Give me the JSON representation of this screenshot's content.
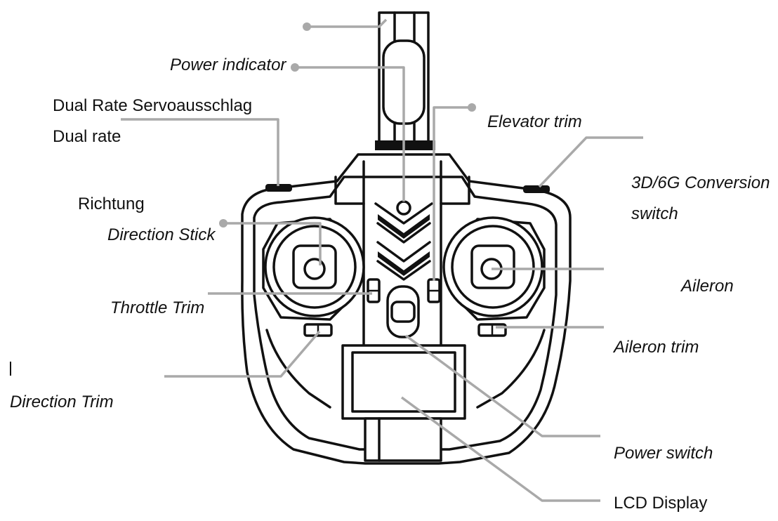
{
  "labels": {
    "power_indicator": "Power indicator",
    "dual_rate_de": "Dual Rate Servoausschlag",
    "dual_rate_en": "Dual rate",
    "elevator_trim": "Elevator trim",
    "conversion_line1": "3D/6G Conversion",
    "conversion_line2": "switch",
    "richtung": "Richtung",
    "direction_stick": "Direction Stick",
    "aileron": "Aileron",
    "throttle_trim": "Throttle Trim",
    "aileron_trim": "Aileron trim",
    "direction_trim": "Direction Trim",
    "power_switch": "Power switch",
    "lcd_display": "LCD Display"
  },
  "colors": {
    "outline": "#111111",
    "leader": "#a9a9a9",
    "background": "#ffffff"
  }
}
